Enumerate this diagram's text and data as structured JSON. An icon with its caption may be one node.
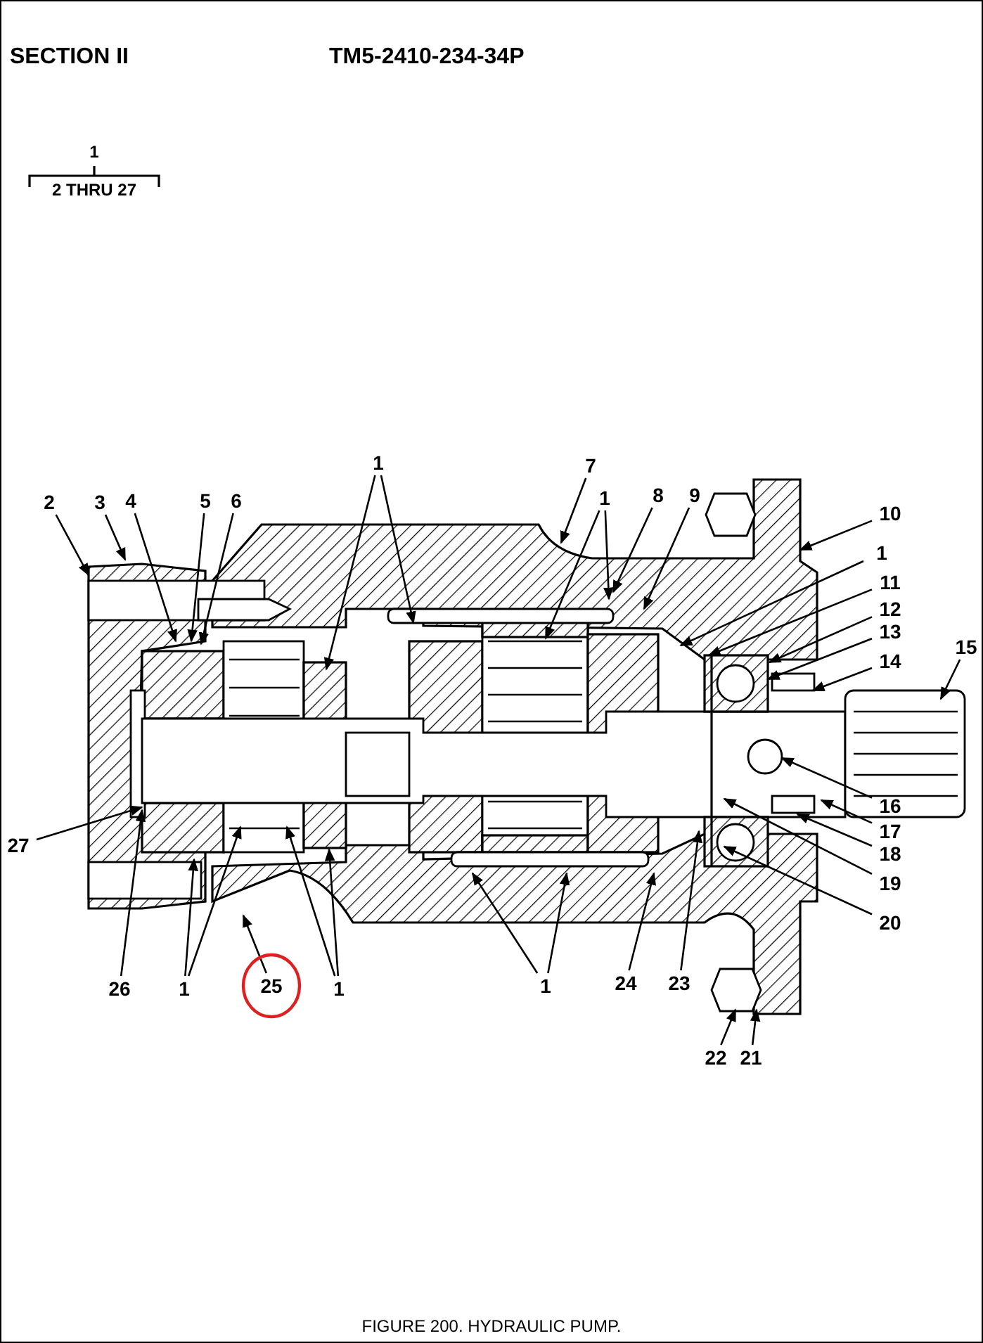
{
  "diagram": {
    "caption": "FIGURE 200. HYDRAULIC PUMP.",
    "nodes": [
      {
        "text": [
          "1"
        ]
      },
      {
        "text": [
          "7"
        ]
      },
      {
        "text": [
          "2"
        ]
      },
      {
        "text": [
          "3"
        ]
      },
      {
        "text": [
          "4"
        ]
      },
      {
        "text": [
          "5"
        ]
      },
      {
        "text": [
          "6"
        ]
      },
      {
        "text": [
          "1"
        ]
      },
      {
        "text": [
          "8"
        ]
      },
      {
        "text": [
          "9"
        ]
      },
      {
        "text": [
          "10"
        ]
      },
      {
        "text": [
          "1"
        ]
      },
      {
        "text": [
          "11"
        ]
      },
      {
        "text": [
          "12"
        ]
      },
      {
        "text": [
          "13"
        ]
      },
      {
        "text": [
          "15"
        ]
      },
      {
        "text": [
          "14"
        ]
      },
      {
        "text": [
          "16"
        ]
      },
      {
        "text": [
          "17"
        ]
      },
      {
        "text": [
          "27"
        ]
      },
      {
        "text": [
          "18"
        ]
      },
      {
        "text": [
          "19"
        ]
      },
      {
        "text": [
          "20"
        ]
      },
      {
        "text": [
          "26"
        ]
      },
      {
        "text": [
          "1"
        ]
      },
      {
        "text": [
          "25"
        ]
      },
      {
        "text": [
          "1"
        ]
      },
      {
        "text": [
          "1"
        ]
      },
      {
        "text": [
          "24"
        ]
      },
      {
        "text": [
          "23"
        ]
      },
      {
        "text": [
          "22"
        ]
      },
      {
        "text": [
          "21"
        ]
      }
    ],
    "edges": [
      {
        "from": 0,
        "to": null,
        "arrow": "to"
      },
      {
        "from": 0,
        "to": null,
        "arrow": "to"
      },
      {
        "from": 1,
        "to": null,
        "arrow": "to"
      },
      {
        "from": 2,
        "to": null,
        "arrow": "to"
      },
      {
        "from": 3,
        "to": null,
        "arrow": "to"
      },
      {
        "from": 4,
        "to": null,
        "arrow": "to"
      },
      {
        "from": 5,
        "to": null,
        "arrow": "to"
      },
      {
        "from": 6,
        "to": null,
        "arrow": "to"
      },
      {
        "from": 7,
        "to": null,
        "arrow": "to"
      },
      {
        "from": 7,
        "to": null,
        "arrow": "to"
      },
      {
        "from": 8,
        "to": null,
        "arrow": "to"
      },
      {
        "from": 9,
        "to": null,
        "arrow": "to"
      },
      {
        "from": 10,
        "to": null,
        "arrow": "to"
      },
      {
        "from": 11,
        "to": null,
        "arrow": "to"
      },
      {
        "from": 12,
        "to": null,
        "arrow": "to"
      },
      {
        "from": 13,
        "to": null,
        "arrow": "to"
      },
      {
        "from": 14,
        "to": null,
        "arrow": "to"
      },
      {
        "from": 15,
        "to": null,
        "arrow": "to"
      },
      {
        "from": 16,
        "to": null,
        "arrow": "to"
      },
      {
        "from": 17,
        "to": null,
        "arrow": "to"
      },
      {
        "from": 18,
        "to": null,
        "arrow": "to"
      },
      {
        "from": 19,
        "to": null,
        "arrow": "to"
      },
      {
        "from": 20,
        "to": null,
        "arrow": "to"
      },
      {
        "from": 21,
        "to": null,
        "arrow": "to"
      },
      {
        "from": 22,
        "to": null,
        "arrow": "to"
      },
      {
        "from": 23,
        "to": null,
        "arrow": "to"
      },
      {
        "from": 24,
        "to": null,
        "arrow": "to"
      },
      {
        "from": 24,
        "to": null,
        "arrow": "to"
      },
      {
        "from": 25,
        "to": null,
        "arrow": "to"
      },
      {
        "from": 26,
        "to": null,
        "arrow": "to"
      },
      {
        "from": 26,
        "to": null,
        "arrow": "to"
      },
      {
        "from": 27,
        "to": null,
        "arrow": "to"
      },
      {
        "from": 27,
        "to": null,
        "arrow": "to"
      },
      {
        "from": 28,
        "to": null,
        "arrow": "to"
      },
      {
        "from": 29,
        "to": null,
        "arrow": "to"
      },
      {
        "from": 30,
        "to": null,
        "arrow": "to"
      },
      {
        "from": 31,
        "to": null,
        "arrow": "to"
      }
    ],
    "labels": [
      "SECTION II",
      "TM5-2410-234-34P",
      "1",
      "2 THRU 27"
    ]
  }
}
